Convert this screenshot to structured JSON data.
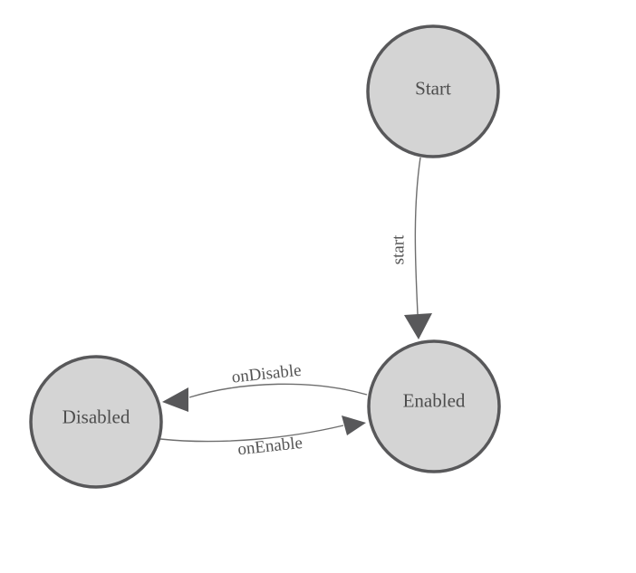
{
  "diagram": {
    "type": "state-machine",
    "background_color": "#ffffff",
    "node_fill_color": "#d4d4d4",
    "node_border_color": "#58585a",
    "edge_line_color": "#6e6e6e",
    "arrowhead_color": "#58585a",
    "node_label_color": "#4d4d4d",
    "edge_label_color": "#545454",
    "nodes": [
      {
        "id": "start",
        "label": "Start"
      },
      {
        "id": "enabled",
        "label": "Enabled"
      },
      {
        "id": "disabled",
        "label": "Disabled"
      }
    ],
    "edges": [
      {
        "id": "start-transition",
        "label": "start",
        "from": "Start",
        "to": "Enabled"
      },
      {
        "id": "on-disable",
        "label": "onDisable",
        "from": "Enabled",
        "to": "Disabled"
      },
      {
        "id": "on-enable",
        "label": "onEnable",
        "from": "Disabled",
        "to": "Enabled"
      }
    ]
  }
}
